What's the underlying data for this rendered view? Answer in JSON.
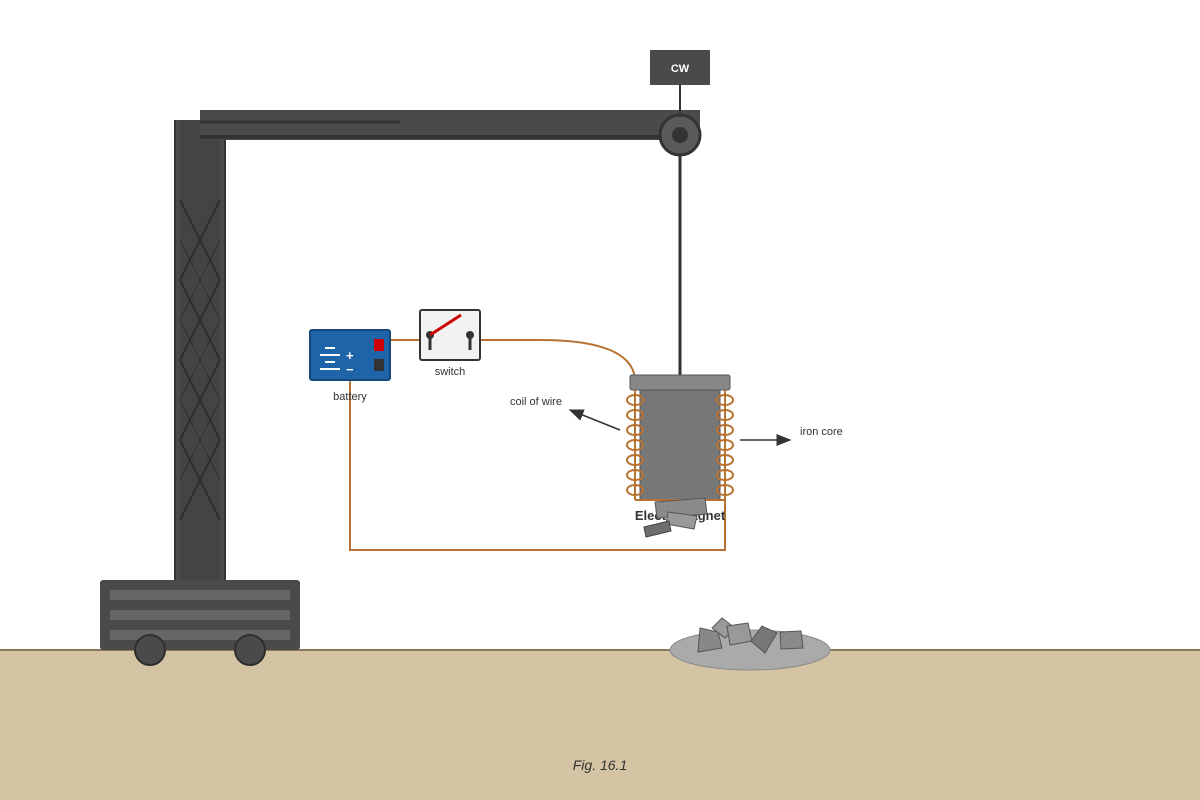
{
  "labels": {
    "counterweight": "CW",
    "battery": "battery",
    "switch": "switch",
    "coil": "coil of wire",
    "core": "iron core",
    "magnet": "Electromagnet",
    "battery_plus": "+",
    "battery_minus": "−"
  },
  "caption": "Fig. 16.1",
  "colors": {
    "ground": "#d4c4a4",
    "crane": "#4a4a4a",
    "wire": "#b87333",
    "battery": "#1f63a8",
    "switch_lever": "#cc0000",
    "core": "#777777",
    "scrap": "#888888"
  }
}
